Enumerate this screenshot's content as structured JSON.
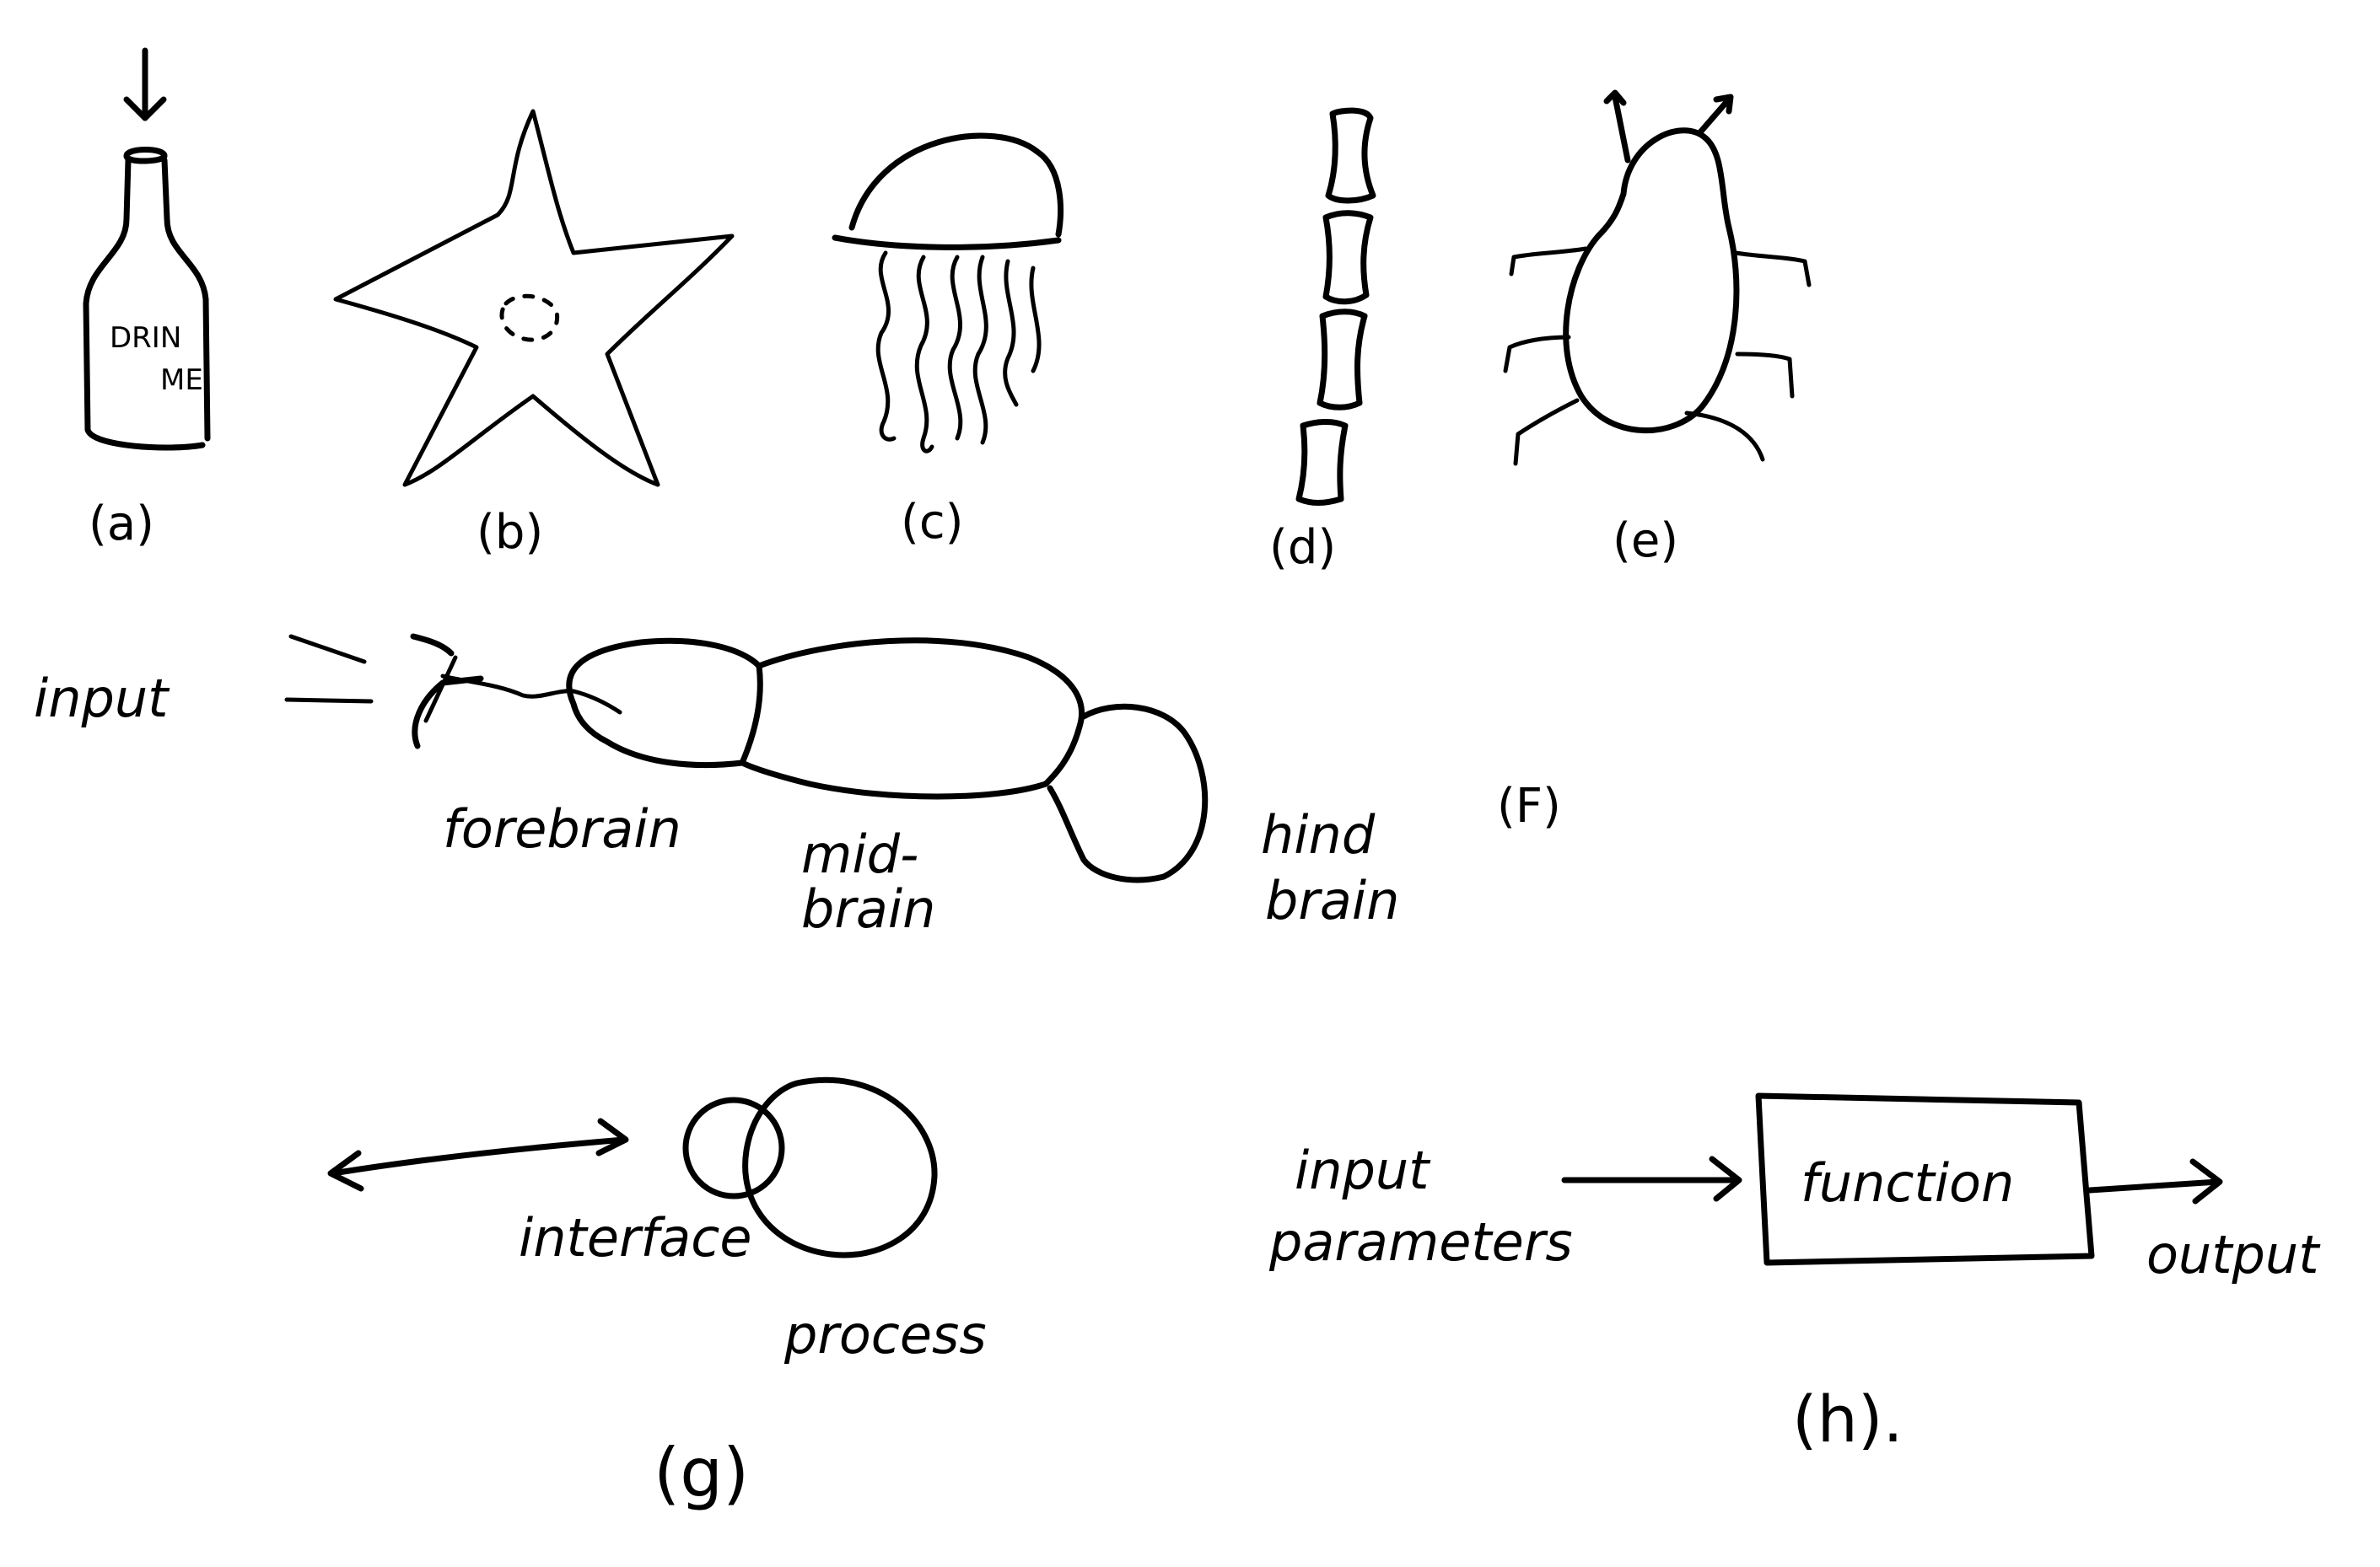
{
  "panels": {
    "a": {
      "label": "(a)",
      "bottle_text_1": "DRIN",
      "bottle_text_2": "ME"
    },
    "b": {
      "label": "(b)"
    },
    "c": {
      "label": "(c)"
    },
    "d": {
      "label": "(d)"
    },
    "e": {
      "label": "(e)"
    },
    "f": {
      "label": "(F)",
      "input_label": "input",
      "forebrain_label": "forebrain",
      "midbrain_line1": "mid-",
      "midbrain_line2": "brain",
      "hindbrain_line1": "hind",
      "hindbrain_line2": "brain"
    },
    "g": {
      "label": "(g)",
      "interface_label": "interface",
      "process_label": "process"
    },
    "h": {
      "label": "(h).",
      "input_line1": "input",
      "input_line2": "parameters",
      "function_label": "function",
      "output_label": "output"
    }
  }
}
